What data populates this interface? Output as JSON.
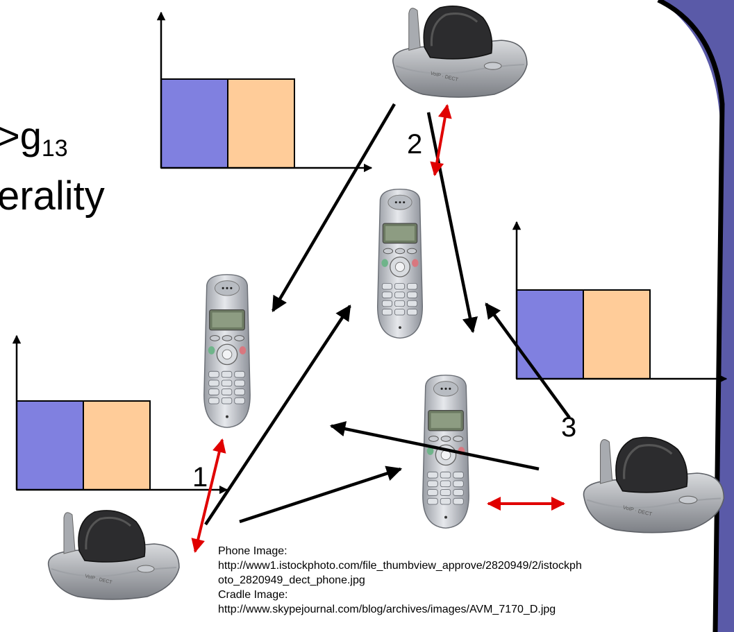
{
  "slide": {
    "text_line1_prefix": ">g",
    "text_line1_sub": "13",
    "text_line2": "erality"
  },
  "labels": {
    "link_1": "1",
    "link_2": "2",
    "link_3": "3"
  },
  "credits": {
    "phone_title": "Phone Image:",
    "phone_url_line1": "http://www1.istockphoto.com/file_thumbview_approve/2820949/2/istockph",
    "phone_url_line2": "oto_2820949_dect_phone.jpg",
    "cradle_title": "Cradle Image:",
    "cradle_url": "http://www.skypejournal.com/blog/archives/images/AVM_7170_D.jpg"
  },
  "colors": {
    "bar_blue": "#8080e0",
    "bar_orange": "#ffcc99",
    "interference_arrow": "#e00000",
    "link_arrow": "#000000",
    "deco_purple": "#5a5aa8"
  },
  "chart_data": [
    {
      "type": "bar",
      "categories": [
        "",
        ""
      ],
      "values": [
        1,
        1
      ],
      "grid": false
    },
    {
      "type": "bar",
      "categories": [
        "",
        ""
      ],
      "values": [
        1,
        1
      ],
      "grid": false
    },
    {
      "type": "bar",
      "categories": [
        "",
        ""
      ],
      "values": [
        1,
        1
      ],
      "grid": false
    }
  ]
}
